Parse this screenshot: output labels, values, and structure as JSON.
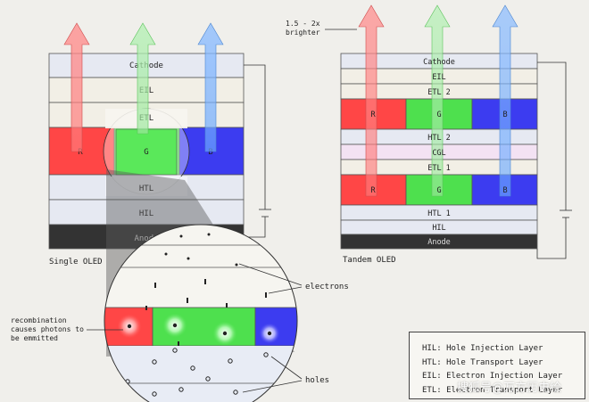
{
  "single": {
    "title": "Single OLED",
    "layers": {
      "cathode": "Cathode",
      "eil": "EIL",
      "etl": "ETL",
      "htl": "HTL",
      "hil": "HIL",
      "anode": "Anode"
    },
    "subpixels": {
      "r": "R",
      "g": "G",
      "b": "B"
    }
  },
  "tandem": {
    "title": "Tandem OLED",
    "brightness_note_line1": "1.5 - 2x",
    "brightness_note_line2": "brighter",
    "layers": {
      "cathode": "Cathode",
      "eil": "EIL",
      "etl2": "ETL 2",
      "htl2": "HTL 2",
      "cgl": "CGL",
      "etl1": "ETL 1",
      "htl1": "HTL 1",
      "hil": "HIL",
      "anode": "Anode"
    },
    "subpixels": {
      "r": "R",
      "g": "G",
      "b": "B"
    }
  },
  "callouts": {
    "electrons": "electrons",
    "holes": "holes",
    "recombination_line1": "recombination",
    "recombination_line2": "causes photons to",
    "recombination_line3": "be emmitted"
  },
  "legend": {
    "items": [
      "HIL: Hole Injection Layer",
      "HTL: Hole Transport Layer",
      "EIL: Electron Injection Layer",
      "ETL: Electron Transport Layer"
    ]
  },
  "watermark": "搜狐号@万方历史绘",
  "colors": {
    "red": "#ff4646",
    "green": "#4ee04e",
    "blue": "#3c3cf0",
    "anode": "#333333",
    "cgl": "#f3e2f3"
  }
}
